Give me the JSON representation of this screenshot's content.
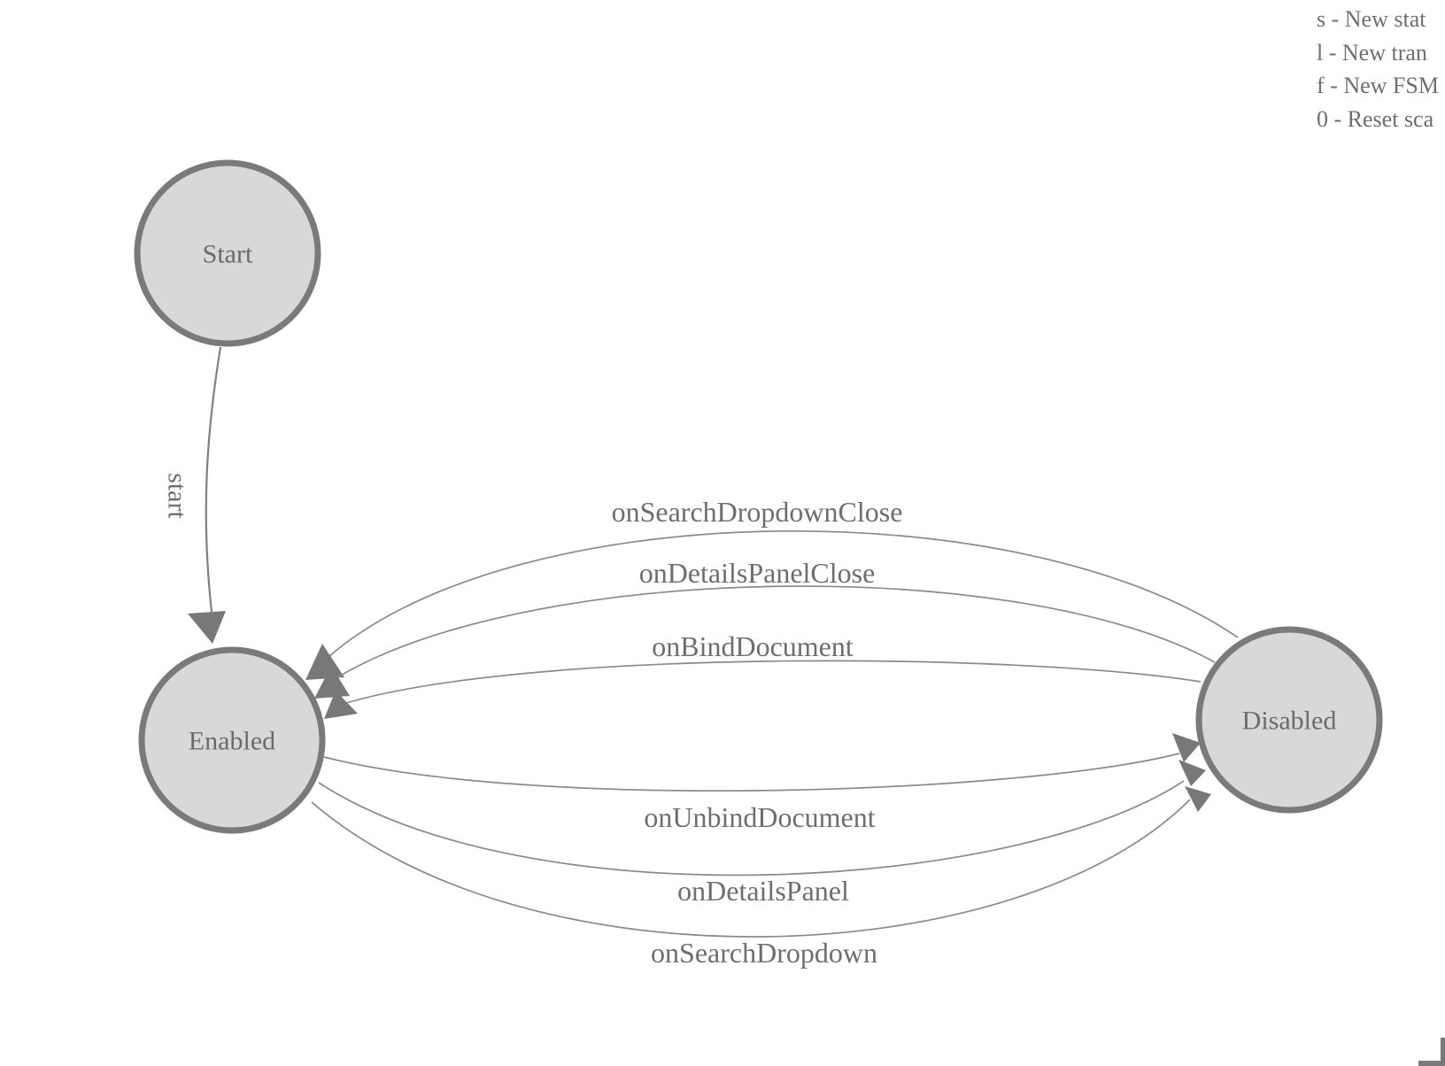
{
  "legend": {
    "items": [
      "s - New stat",
      "l - New tran",
      "f - New FSM",
      "0 - Reset sca"
    ]
  },
  "nodes": [
    {
      "id": "start",
      "label": "Start"
    },
    {
      "id": "enabled",
      "label": "Enabled"
    },
    {
      "id": "disabled",
      "label": "Disabled"
    }
  ],
  "edges": [
    {
      "id": "start",
      "label": "start",
      "from": "Start",
      "to": "Enabled"
    },
    {
      "id": "onSearchDropdownClose",
      "label": "onSearchDropdownClose",
      "from": "Disabled",
      "to": "Enabled"
    },
    {
      "id": "onDetailsPanelClose",
      "label": "onDetailsPanelClose",
      "from": "Disabled",
      "to": "Enabled"
    },
    {
      "id": "onBindDocument",
      "label": "onBindDocument",
      "from": "Disabled",
      "to": "Enabled"
    },
    {
      "id": "onUnbindDocument",
      "label": "onUnbindDocument",
      "from": "Enabled",
      "to": "Disabled"
    },
    {
      "id": "onDetailsPanel",
      "label": "onDetailsPanel",
      "from": "Enabled",
      "to": "Disabled"
    },
    {
      "id": "onSearchDropdown",
      "label": "onSearchDropdown",
      "from": "Enabled",
      "to": "Disabled"
    }
  ],
  "colors": {
    "background": "#ffffff",
    "node_fill": "#d8d8d8",
    "node_stroke": "#7a7a7a",
    "edge_line": "#8a8a8a",
    "arrow_fill": "#787878",
    "node_text": "#6b6b6b",
    "edge_label_text": "#6e6e6e",
    "legend_text": "#6e6e6e"
  }
}
